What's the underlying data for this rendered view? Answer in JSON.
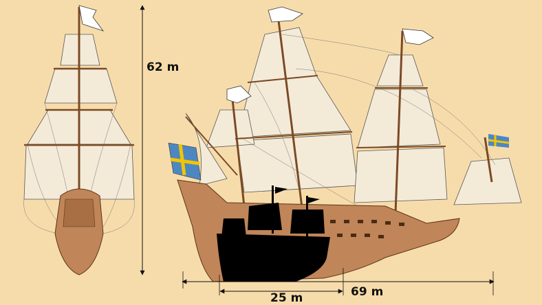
{
  "dimensions": {
    "height_label": "62 m",
    "length_label": "69 m",
    "comparison_length_label": "25 m"
  },
  "colors": {
    "background": "#f7dcab",
    "sail": "#f4ead8",
    "hull": "#c08558",
    "silhouette": "#000000",
    "flag_blue": "#4d87c2",
    "flag_yellow": "#f2c500"
  }
}
